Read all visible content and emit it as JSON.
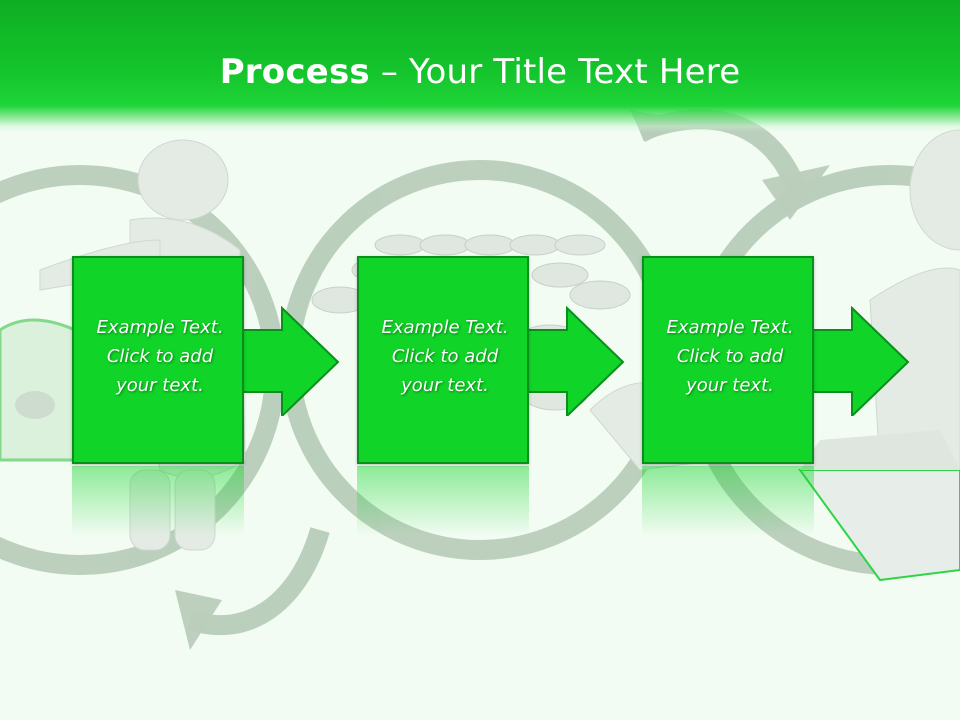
{
  "slide": {
    "title_bold": "Process",
    "title_rest": " – Your Title Text Here"
  },
  "steps": [
    {
      "text": "Example Text.\nClick  to add\nyour text."
    },
    {
      "text": "Example Text.\nClick  to add\nyour text."
    },
    {
      "text": "Example Text.\nClick  to add\nyour text."
    }
  ],
  "colors": {
    "header": "#14c52c",
    "box_fill": "#10d427",
    "box_border": "#0a8f1d",
    "background": "#f2fcf3",
    "decor": "#b9cdbb"
  }
}
